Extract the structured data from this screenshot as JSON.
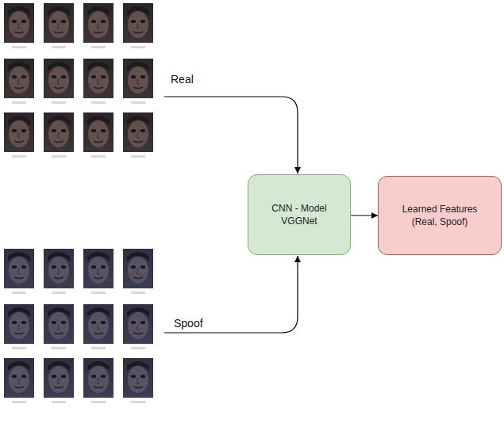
{
  "diagram": {
    "nodes": [
      {
        "text": [
          "CNN - Model VGGNet"
        ]
      },
      {
        "text": [
          "Learned Features (Real, Spoof)"
        ]
      }
    ],
    "edges": [
      {
        "from": 0,
        "to": 1,
        "arrow": "to"
      }
    ],
    "labels": [
      "Real",
      "Spoof"
    ]
  }
}
